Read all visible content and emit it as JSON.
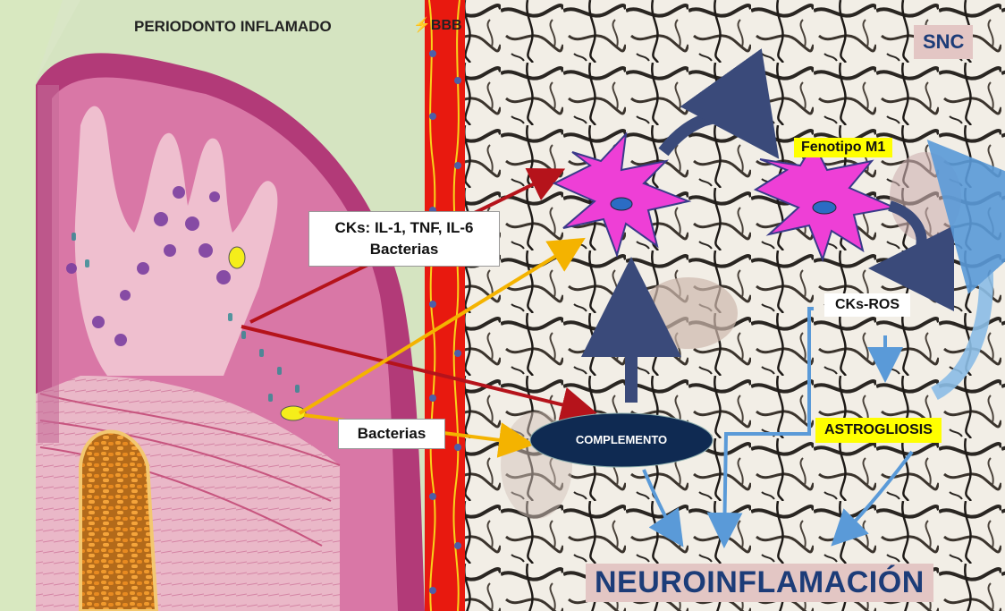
{
  "labels": {
    "periodonto": "PERIODONTO INFLAMADO",
    "bbb": "BBB",
    "snc": "SNC",
    "cks_line1": "CKs: IL-1, TNF, IL-6",
    "cks_line2": "Bacterias",
    "bacterias": "Bacterias",
    "complemento": "COMPLEMENTO",
    "fenotipo": "Fenotipo M1",
    "cks_ros": "CKs-ROS",
    "astrogliosis": "ASTROGLIOSIS",
    "neuro": "NEUROINFLAMACIÓN"
  },
  "colors": {
    "gingiva": "#c2417f",
    "tissue_bg": "#d8e8c0",
    "vessel": "#e8190f",
    "microglia": "#ee3fd6",
    "red_arrow": "#b5131b",
    "yellow_arrow": "#f4b300",
    "blue_arrow": "#5a9ad8",
    "navy": "#15305a"
  }
}
